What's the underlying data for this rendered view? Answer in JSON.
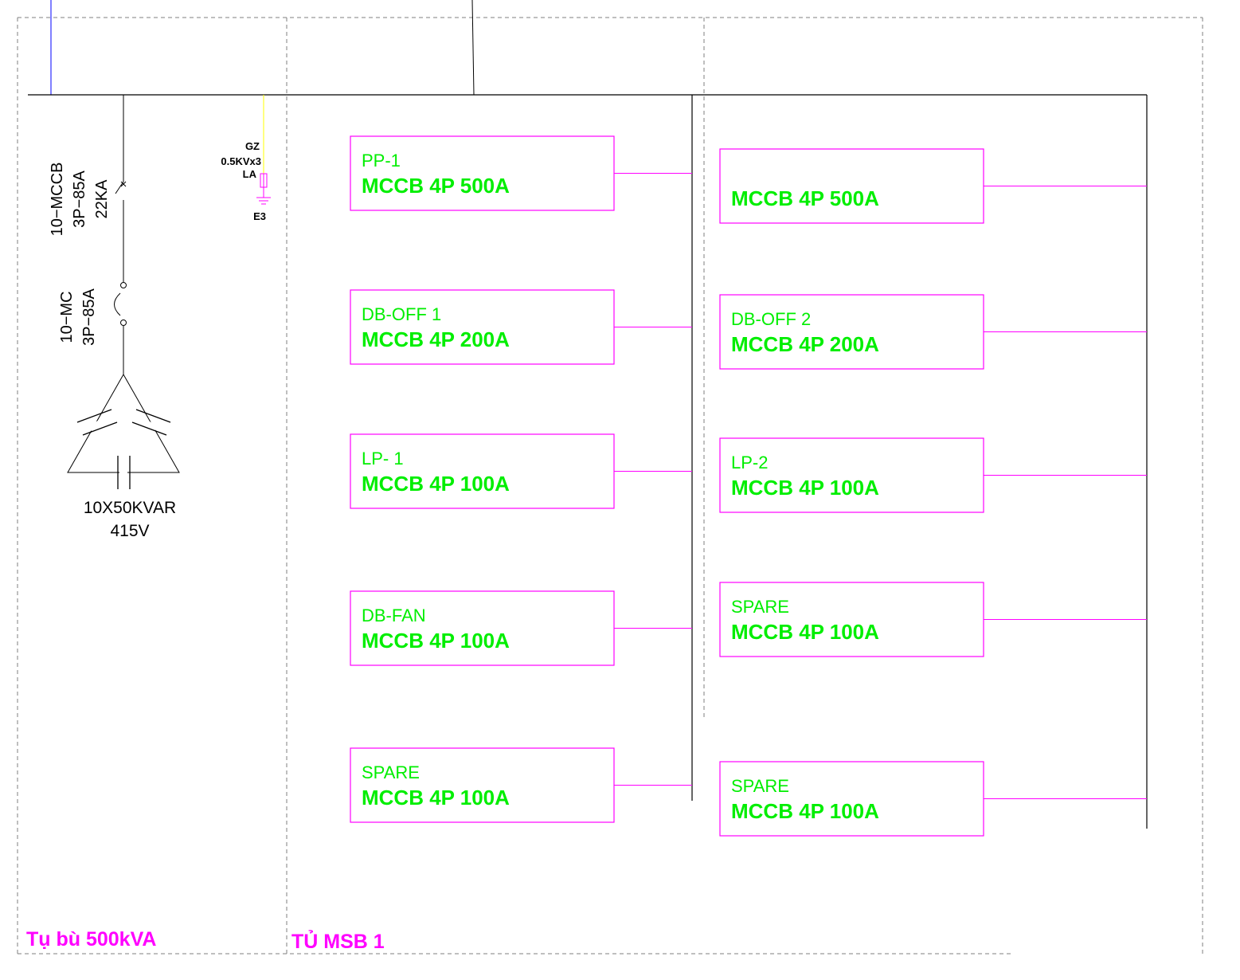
{
  "colors": {
    "background": "#ffffff",
    "line": "#000000",
    "box_border": "#ff00ff",
    "box_text": "#00ee00",
    "section_label": "#ff00ff",
    "dashed": "#7f7f7f",
    "incoming_blue": "#0000ff",
    "la_feed": "#ffff00"
  },
  "sections": {
    "capacitor_bank": "Tụ bù 500kVA",
    "msb": "TỦ MSB 1"
  },
  "capacitor_branch": {
    "mccb_label": [
      "10−MCCB",
      "3P−85A",
      "22KA"
    ],
    "contactor_label": [
      "10−MC",
      "3P−85A"
    ],
    "capacitor_rating": "10X50KVAR",
    "capacitor_voltage": "415V"
  },
  "surge_arrester": {
    "label_gz": "GZ",
    "label_rating": "0.5KVx3",
    "label_la": "LA",
    "label_earth": "E3"
  },
  "feeders_left": [
    {
      "name": "PP-1",
      "breaker": "MCCB 4P 500A"
    },
    {
      "name": "DB-OFF 1",
      "breaker": "MCCB 4P 200A"
    },
    {
      "name": "LP- 1",
      "breaker": "MCCB 4P 100A"
    },
    {
      "name": "DB-FAN",
      "breaker": "MCCB 4P 100A"
    },
    {
      "name": "SPARE",
      "breaker": "MCCB 4P 100A"
    }
  ],
  "feeders_right": [
    {
      "name": "",
      "breaker": "MCCB 4P 500A"
    },
    {
      "name": "DB-OFF 2",
      "breaker": "MCCB 4P 200A"
    },
    {
      "name": "LP-2",
      "breaker": "MCCB 4P 100A"
    },
    {
      "name": "SPARE",
      "breaker": "MCCB 4P 100A"
    },
    {
      "name": "SPARE",
      "breaker": "MCCB 4P 100A"
    }
  ]
}
